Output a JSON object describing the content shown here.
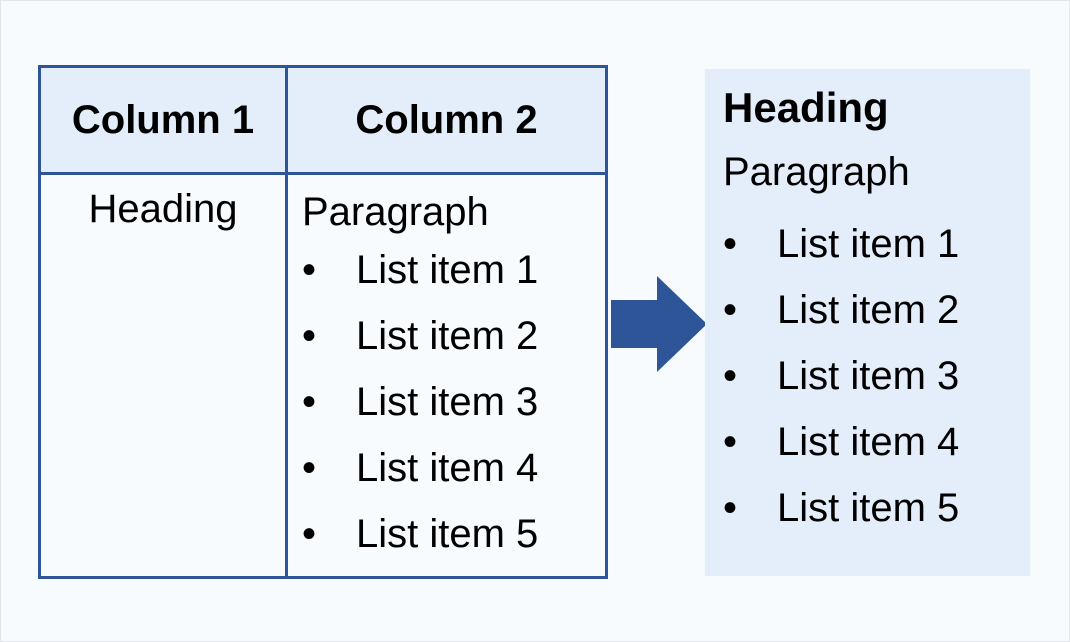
{
  "table": {
    "headers": [
      "Column 1",
      "Column 2"
    ],
    "heading_cell": "Heading",
    "paragraph_cell": "Paragraph",
    "list_items": [
      "List item 1",
      "List item 2",
      "List item 3",
      "List item 4",
      "List item 5"
    ]
  },
  "result": {
    "heading": "Heading",
    "paragraph": "Paragraph",
    "list_items": [
      "List item 1",
      "List item 2",
      "List item 3",
      "List item 4",
      "List item 5"
    ]
  },
  "bullet_glyph": "•",
  "colors": {
    "border": "#2e5597",
    "header_fill": "#e4eefb",
    "arrow": "#2e5597",
    "result_fill": "#e4eefb",
    "background": "#f7fbfe"
  }
}
